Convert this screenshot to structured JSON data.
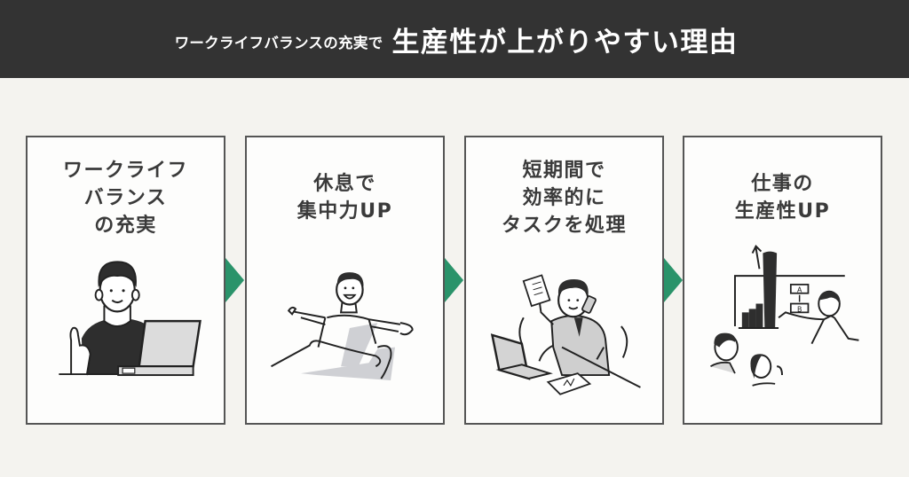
{
  "header": {
    "subtitle": "ワークライフバランスの充実で",
    "title": "生産性が上がりやすい理由",
    "background_color": "#333333"
  },
  "flow": {
    "arrow_color": "#2a936a",
    "steps": [
      {
        "lines": [
          "ワークライフ",
          "バランス",
          "の充実"
        ],
        "illustration": "man-with-laptop-thumbs-up-icon"
      },
      {
        "lines": [
          "休息で",
          "集中力UP"
        ],
        "illustration": "man-relaxing-in-chair-icon"
      },
      {
        "lines": [
          "短期間で",
          "効率的に",
          "タスクを処理"
        ],
        "illustration": "businessman-multitasking-icon"
      },
      {
        "lines": [
          "仕事の",
          "生産性UP"
        ],
        "illustration": "presenter-with-rising-chart-icon"
      }
    ],
    "chart_box_labels": [
      "A",
      "B"
    ]
  }
}
